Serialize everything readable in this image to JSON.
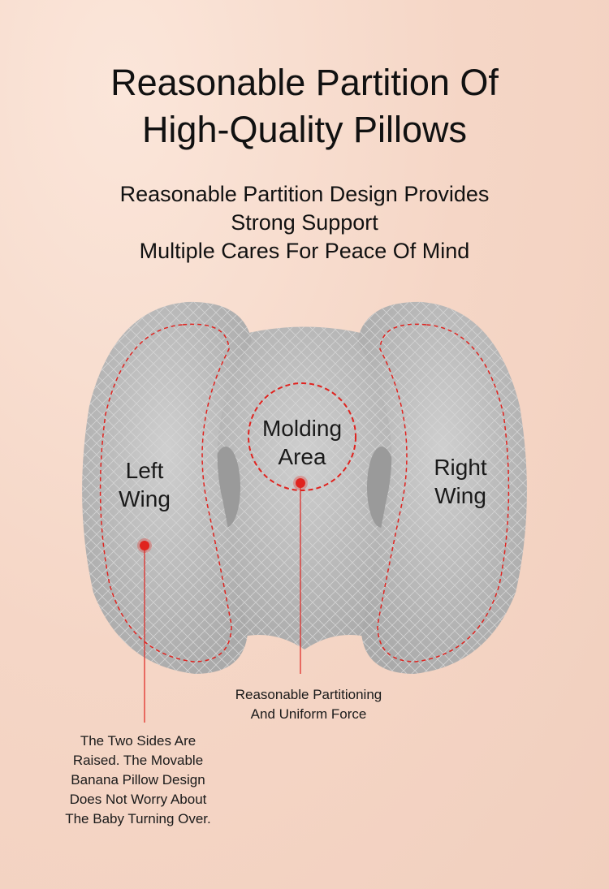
{
  "title": [
    "Reasonable Partition Of",
    "High-Quality Pillows"
  ],
  "subtitle": [
    "Reasonable Partition Design Provides",
    "Strong Support",
    "Multiple Cares For Peace Of Mind"
  ],
  "zones": {
    "left": [
      "Left",
      "Wing"
    ],
    "center": [
      "Molding",
      "Area"
    ],
    "right": [
      "Right",
      "Wing"
    ]
  },
  "callouts": {
    "center": [
      "Reasonable Partitioning",
      "And Uniform Force"
    ],
    "left": [
      "The Two Sides Are",
      "Raised. The Movable",
      "Banana Pillow Design",
      "Does Not Worry About",
      "The Baby Turning Over."
    ]
  },
  "colors": {
    "background": "#f5d6c6",
    "accent": "#e0231f",
    "pillow": "#c4c4c4"
  }
}
